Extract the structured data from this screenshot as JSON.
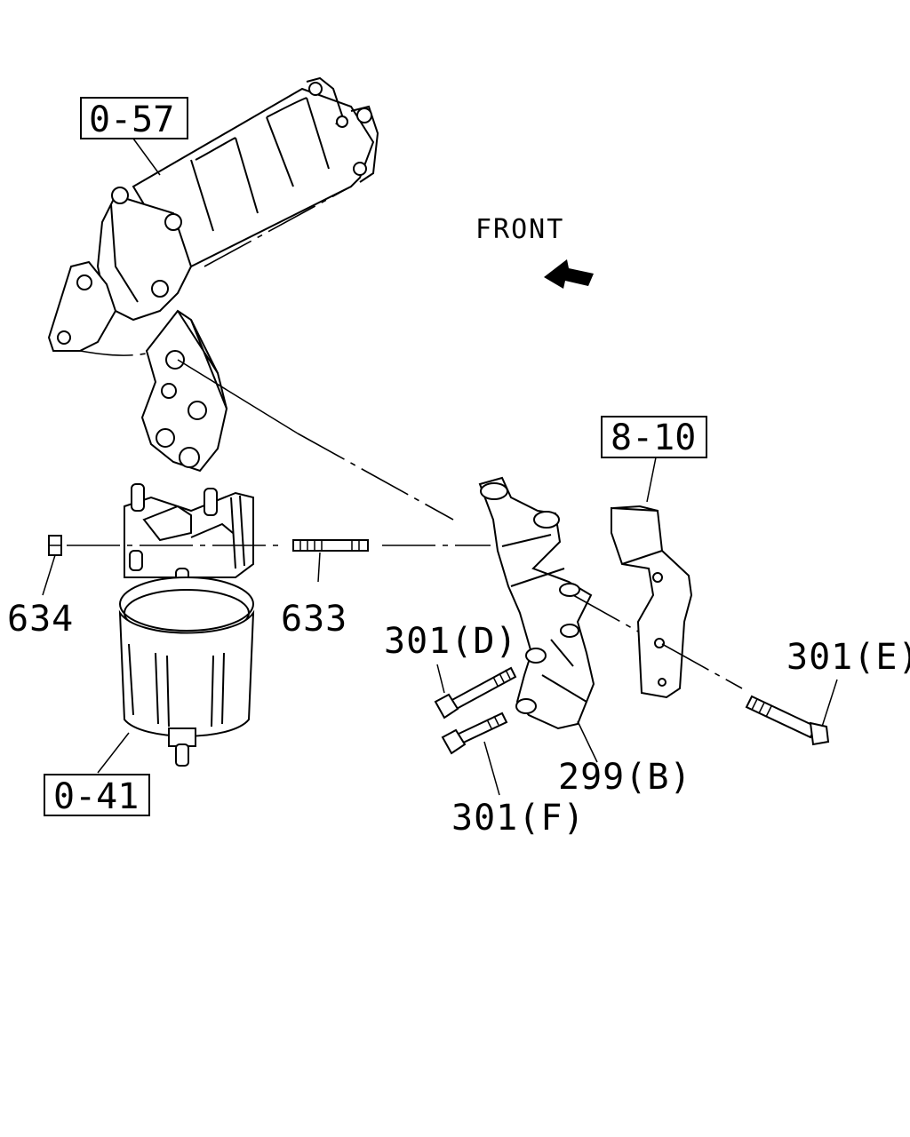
{
  "diagram": {
    "front_label": "FRONT",
    "refs": {
      "ref_0_57": "0-57",
      "ref_8_10": "8-10",
      "ref_0_41": "0-41"
    },
    "parts": {
      "p634": "634",
      "p633": "633",
      "p301d": "301(D)",
      "p301e": "301(E)",
      "p301f": "301(F)",
      "p299b": "299(B)"
    }
  }
}
